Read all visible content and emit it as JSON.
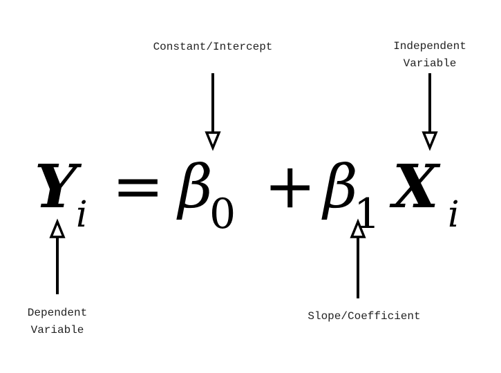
{
  "equation": {
    "lhs": "Y",
    "lhs_sub": "i",
    "equals": "=",
    "beta0": "β",
    "beta0_sub": "0",
    "plus": "+",
    "beta1": "β",
    "beta1_sub": "1",
    "x": "X",
    "x_sub": "i"
  },
  "labels": {
    "intercept": "Constant/Intercept",
    "independent_line1": "Independent",
    "independent_line2": "Variable",
    "dependent_line1": "Dependent",
    "dependent_line2": "Variable",
    "slope": "Slope/Coefficient"
  }
}
